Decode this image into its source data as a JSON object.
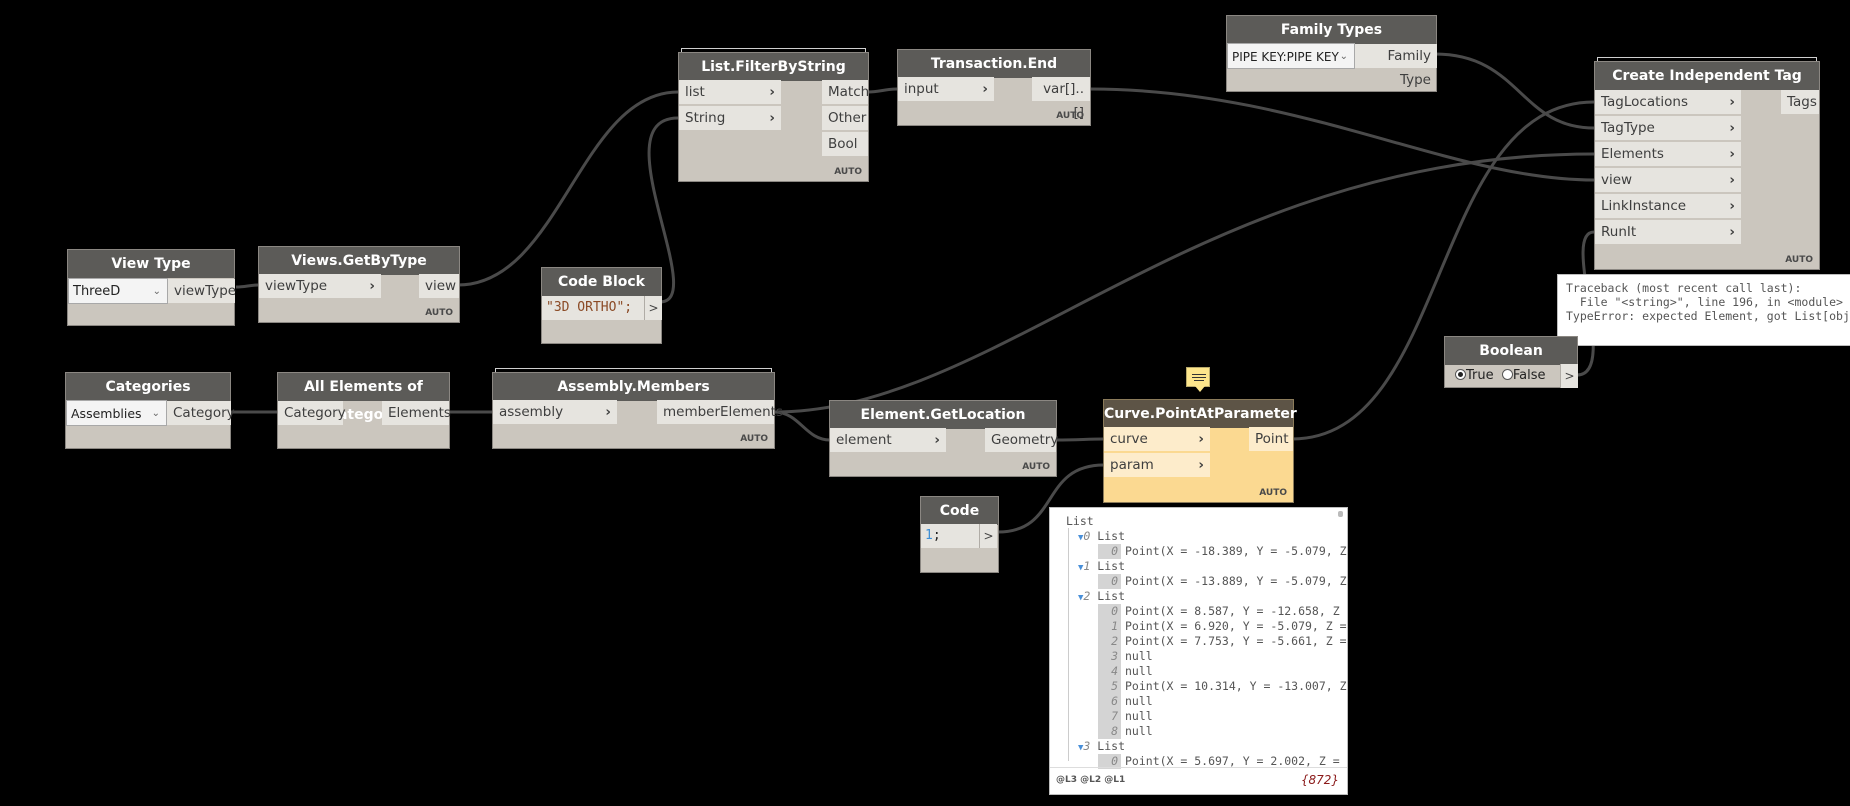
{
  "nodes": {
    "view_type": {
      "title": "View Type",
      "selected": "ThreeD",
      "output": "viewType"
    },
    "views_get_by_type": {
      "title": "Views.GetByType",
      "inputs": [
        "viewType"
      ],
      "outputs": [
        "view"
      ],
      "lacing": "AUTO"
    },
    "code_block_1": {
      "title": "Code Block",
      "code": "\"3D ORTHO\";",
      "output": ">"
    },
    "list_filter": {
      "title": "List.FilterByString",
      "inputs": [
        "list",
        "String"
      ],
      "outputs": [
        "Match",
        "Other",
        "Bool"
      ],
      "lacing": "AUTO"
    },
    "transaction_end": {
      "title": "Transaction.End",
      "inputs": [
        "input"
      ],
      "outputs": [
        "var[]..[]"
      ],
      "lacing": "AUTO"
    },
    "family_types": {
      "title": "Family Types",
      "selected": "PIPE KEY:PIPE KEY",
      "output": "Family Type"
    },
    "create_tag": {
      "title": "Create Independent Tag",
      "inputs": [
        "TagLocations",
        "TagType",
        "Elements",
        "view",
        "LinkInstance",
        "RunIt"
      ],
      "outputs": [
        "Tags"
      ],
      "lacing": "AUTO"
    },
    "categories": {
      "title": "Categories",
      "selected": "Assemblies",
      "output": "Category"
    },
    "all_elements": {
      "title": "All Elements of Category",
      "inputs": [
        "Category"
      ],
      "outputs": [
        "Elements"
      ]
    },
    "assembly_members": {
      "title": "Assembly.Members",
      "inputs": [
        "assembly"
      ],
      "outputs": [
        "memberElements"
      ],
      "lacing": "AUTO"
    },
    "element_get_location": {
      "title": "Element.GetLocation",
      "inputs": [
        "element"
      ],
      "outputs": [
        "Geometry"
      ],
      "lacing": "AUTO"
    },
    "curve_point": {
      "title": "Curve.PointAtParameter",
      "inputs": [
        "curve",
        "param"
      ],
      "outputs": [
        "Point"
      ],
      "lacing": "AUTO"
    },
    "code_block_2": {
      "title": "Code Block",
      "code_number": "1",
      "code_rest": ";",
      "output": ">"
    },
    "boolean": {
      "title": "Boolean",
      "true_label": "True",
      "false_label": "False",
      "value": true,
      "output": ">"
    }
  },
  "error_tooltip": {
    "lines": [
      "Traceback (most recent call last):",
      "  File \"<string>\", line 196, in <module>",
      "TypeError: expected Element, got List[object]"
    ]
  },
  "preview": {
    "root": "List",
    "rows": [
      {
        "type": "list",
        "level": "0",
        "label": "List"
      },
      {
        "type": "item",
        "index": "0",
        "value": "Point(X = -18.389, Y = -5.079, Z"
      },
      {
        "type": "list",
        "level": "1",
        "label": "List"
      },
      {
        "type": "item",
        "index": "0",
        "value": "Point(X = -13.889, Y = -5.079, Z"
      },
      {
        "type": "list",
        "level": "2",
        "label": "List"
      },
      {
        "type": "item",
        "index": "0",
        "value": "Point(X = 8.587, Y = -12.658, Z"
      },
      {
        "type": "item",
        "index": "1",
        "value": "Point(X = 6.920, Y = -5.079, Z ="
      },
      {
        "type": "item",
        "index": "2",
        "value": "Point(X = 7.753, Y = -5.661, Z ="
      },
      {
        "type": "item",
        "index": "3",
        "value": "null"
      },
      {
        "type": "item",
        "index": "4",
        "value": "null"
      },
      {
        "type": "item",
        "index": "5",
        "value": "Point(X = 10.314, Y = -13.007, Z"
      },
      {
        "type": "item",
        "index": "6",
        "value": "null"
      },
      {
        "type": "item",
        "index": "7",
        "value": "null"
      },
      {
        "type": "item",
        "index": "8",
        "value": "null"
      },
      {
        "type": "list",
        "level": "3",
        "label": "List"
      },
      {
        "type": "item",
        "index": "0",
        "value": "Point(X = 5.697, Y = 2.002, Z ="
      }
    ],
    "levels": "@L3 @L2 @L1",
    "count": "{872}"
  }
}
